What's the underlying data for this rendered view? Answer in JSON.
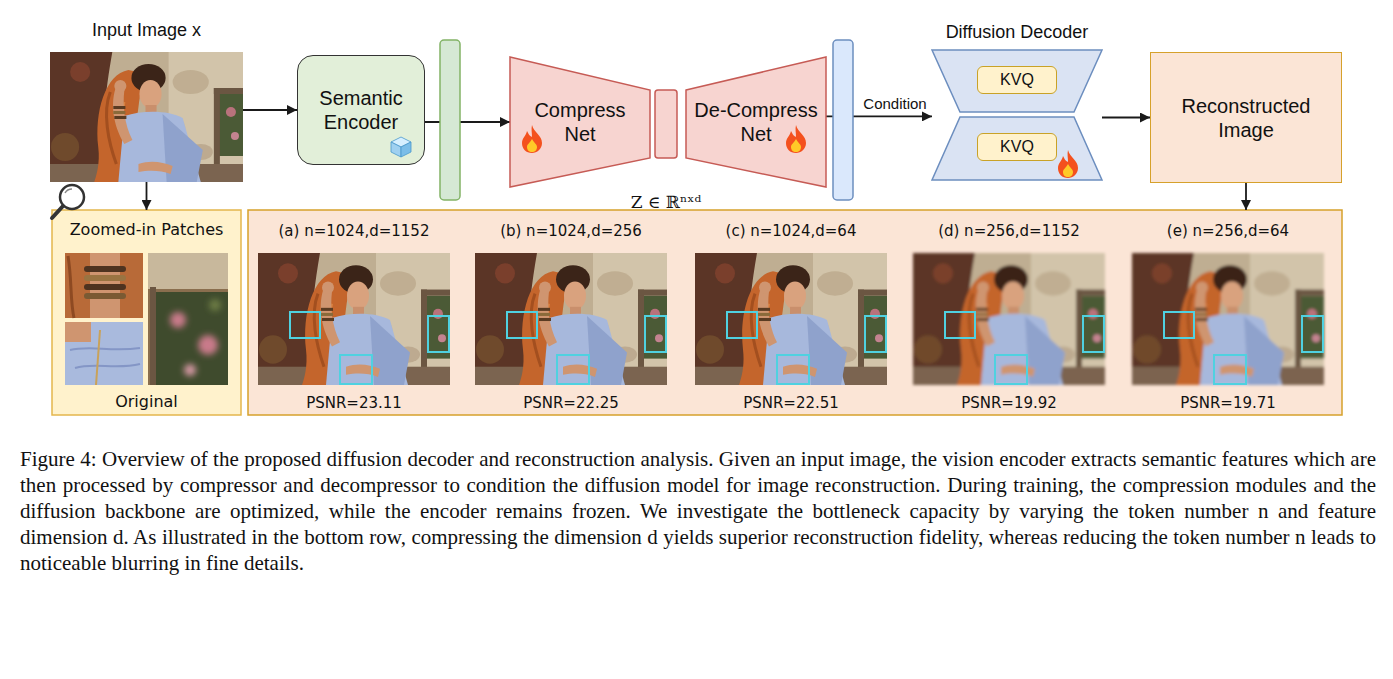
{
  "diagram": {
    "caption": "Figure 4: Overview of the proposed diffusion decoder and reconstruction analysis. Given an input image, the vision encoder extracts semantic features which are then processed by compressor and decompressor to condition the diffusion model for image reconstruction. During training, the compression modules and the diffusion backbone are optimized, while the encoder remains frozen. We investigate the bottleneck capacity by varying the token number n and feature dimension d. As illustrated in the bottom row, compressing the dimension d yields superior reconstruction fidelity, whereas reducing the token number n leads to noticeable blurring in fine details.",
    "nodes": [
      {
        "text": [
          "Input Image x"
        ]
      },
      {
        "text": [
          "Semantic Encoder"
        ]
      },
      {
        "text": [
          "Compress Net"
        ]
      },
      {
        "text": [
          "Z ∈ ℝⁿˣᵈ"
        ]
      },
      {
        "text": [
          "De-Compress Net"
        ]
      },
      {
        "text": [
          "Diffusion Decoder"
        ]
      },
      {
        "text": [
          "KVQ"
        ],
        "in": 5
      },
      {
        "text": [
          "KVQ"
        ],
        "in": 5
      },
      {
        "text": [
          "Reconstructed Image"
        ]
      },
      {
        "text": [
          "Zoomed-in Patches",
          "Original"
        ]
      },
      {
        "text": []
      },
      {
        "text": [
          "(a) n=1024,d=1152",
          "PSNR=23.11"
        ],
        "in": 10
      },
      {
        "text": [
          "(b) n=1024,d=256",
          "PSNR=22.25"
        ],
        "in": 10
      },
      {
        "text": [
          "(c) n=1024,d=64",
          "PSNR=22.51"
        ],
        "in": 10
      },
      {
        "text": [
          "(d) n=256,d=1152",
          "PSNR=19.92"
        ],
        "in": 10
      },
      {
        "text": [
          "(e) n=256,d=64",
          "PSNR=19.71"
        ],
        "in": 10
      }
    ],
    "edges": [
      {
        "from": 0,
        "to": 1,
        "arrow": "to"
      },
      {
        "from": 1,
        "to": 2,
        "arrow": "to"
      },
      {
        "from": 4,
        "to": 5,
        "arrow": "to",
        "label": "Condition"
      },
      {
        "from": 5,
        "to": 8,
        "arrow": "to"
      },
      {
        "from": 8,
        "to": 10,
        "arrow": "to"
      },
      {
        "from": 0,
        "to": 9,
        "arrow": "to"
      }
    ]
  }
}
